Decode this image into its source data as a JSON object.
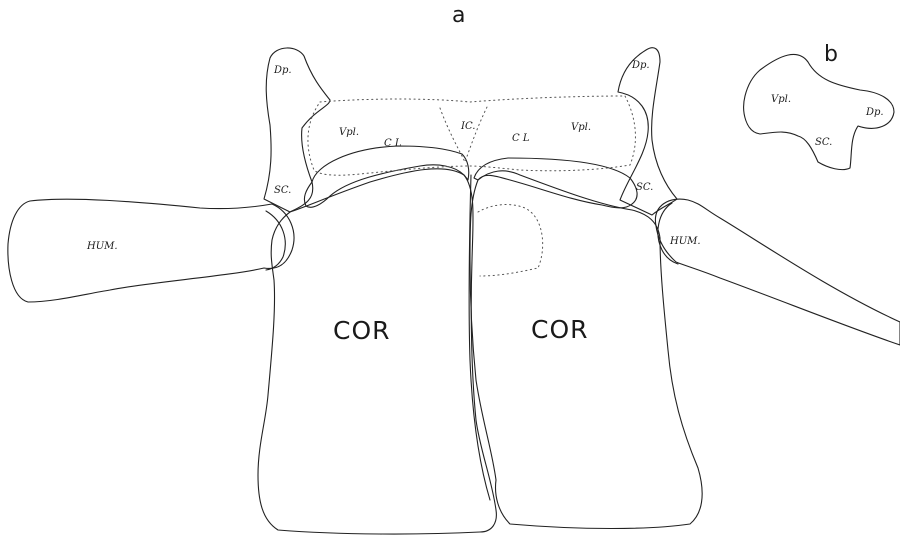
{
  "figure": {
    "panel_a": "a",
    "panel_b": "b"
  },
  "labels": {
    "dp": "Dp.",
    "vpl": "Vpl.",
    "cl": "C L",
    "ic": "IC.",
    "sc": "SC.",
    "hum": "HUM.",
    "cor": "COR"
  }
}
